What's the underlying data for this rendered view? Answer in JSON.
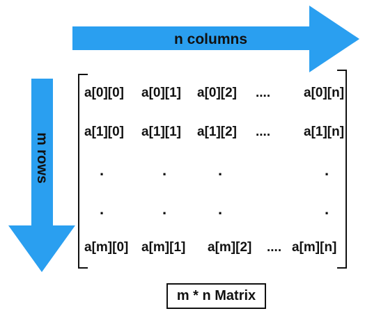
{
  "arrows": {
    "columns_label": "n columns",
    "rows_label": "m rows",
    "color": "#2a9ff0"
  },
  "matrix": {
    "rows": [
      [
        "a[0][0]",
        "a[0][1]",
        "a[0][2]",
        "....",
        "a[0][n]"
      ],
      [
        "a[1][0]",
        "a[1][1]",
        "a[1][2]",
        "....",
        "a[1][n]"
      ],
      [
        ".",
        ".",
        ".",
        "",
        "."
      ],
      [
        ".",
        ".",
        ".",
        "",
        "."
      ],
      [
        "a[m][0]",
        "a[m][1]",
        "a[m][2]",
        "....",
        "a[m][n]"
      ]
    ]
  },
  "caption": "m * n Matrix"
}
